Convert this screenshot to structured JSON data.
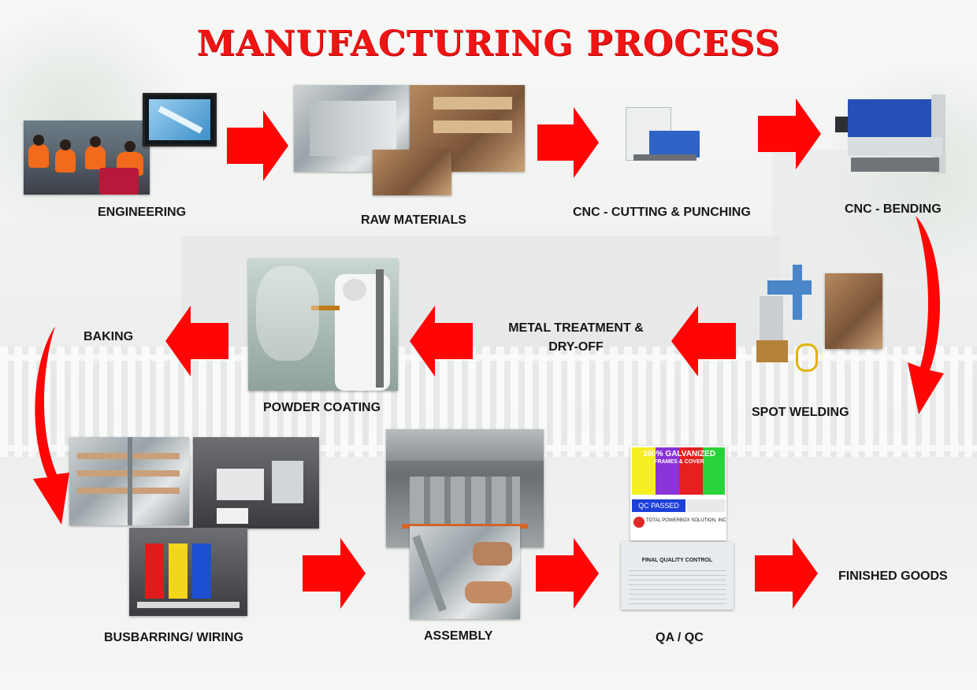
{
  "title": "MANUFACTURING PROCESS",
  "steps": {
    "engineering": "ENGINEERING",
    "raw_materials": "RAW MATERIALS",
    "cnc_cutting": "CNC - CUTTING & PUNCHING",
    "cnc_bending": "CNC - BENDING",
    "spot_welding": "SPOT WELDING",
    "metal_treatment_line1": "METAL TREATMENT &",
    "metal_treatment_line2": "DRY-OFF",
    "powder_coating": "POWDER COATING",
    "baking": "BAKING",
    "busbarring": "BUSBARRING/ WIRING",
    "assembly": "ASSEMBLY",
    "qa_qc": "QA / QC",
    "finished_goods": "FINISHED GOODS"
  },
  "qc_label": {
    "galvanized_line1": "100% GALVANIZED",
    "galvanized_line2": "FRAMES & COVER",
    "qc_passed": "QC PASSED",
    "company": "TOTAL POWERBOX SOLUTION, INC.",
    "form_title": "FINAL QUALITY CONTROL"
  },
  "colors": {
    "title": "#f01515",
    "arrow": "#ff0505",
    "label_text": "#161616"
  }
}
